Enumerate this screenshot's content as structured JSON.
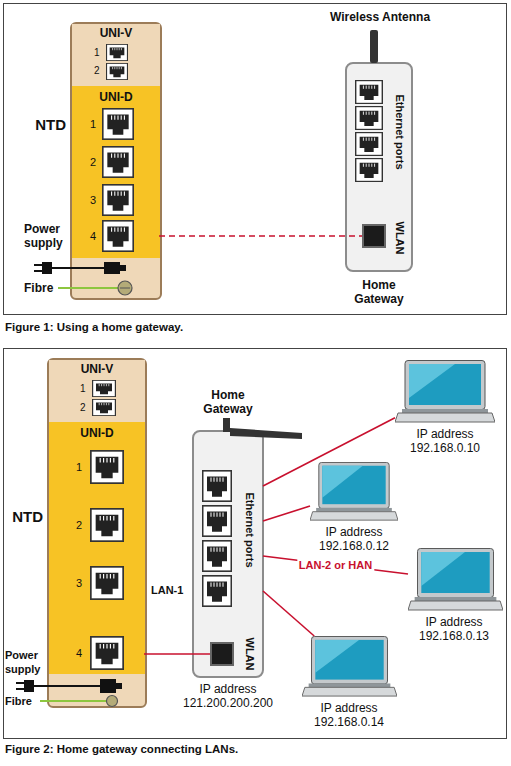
{
  "diagram": {
    "nodes": [
      {
        "text": [
          "NTD"
        ]
      },
      {
        "text": [
          "UNI-V"
        ],
        "in": 0
      },
      {
        "text": [
          "UNI-D"
        ],
        "in": 0
      },
      {
        "text": [
          "Ethernet ports",
          "Home Gateway"
        ]
      },
      {
        "text": [
          "WLAN"
        ],
        "in": 3
      },
      {
        "text": [
          "NTD"
        ]
      },
      {
        "text": [
          "UNI-V"
        ],
        "in": 5
      },
      {
        "text": [
          "UNI-D"
        ],
        "in": 5
      },
      {
        "text": [
          "Home Gateway",
          "Ethernet ports",
          "IP address 121.200.200.200"
        ]
      },
      {
        "text": [
          "WLAN"
        ],
        "in": 8
      },
      {
        "text": [
          "IP address 192.168.0.10"
        ]
      },
      {
        "text": [
          "IP address 192.168.0.12"
        ]
      },
      {
        "text": [
          "IP address 192.168.0.13"
        ]
      },
      {
        "text": [
          "IP address 192.168.0.14"
        ]
      }
    ],
    "edges": [
      {
        "from": 2,
        "to": 4,
        "arrow": "none"
      },
      {
        "from": 7,
        "to": 9,
        "arrow": "none"
      },
      {
        "from": 8,
        "to": 10,
        "arrow": "none"
      },
      {
        "from": 8,
        "to": 11,
        "arrow": "none"
      },
      {
        "from": 8,
        "to": 12,
        "label": "LAN-2 or HAN",
        "arrow": "none"
      },
      {
        "from": 8,
        "to": 13,
        "arrow": "none"
      }
    ],
    "labels": [
      "1",
      "2",
      "1",
      "2",
      "3",
      "4",
      "Power supply",
      "Fibre",
      "Wireless Antenna",
      "Figure 1: Using a home gateway.",
      "1",
      "2",
      "1",
      "2",
      "3",
      "4",
      "LAN-1",
      "Power supply",
      "Fibre",
      "Figure 2: Home gateway connecting LANs."
    ]
  }
}
